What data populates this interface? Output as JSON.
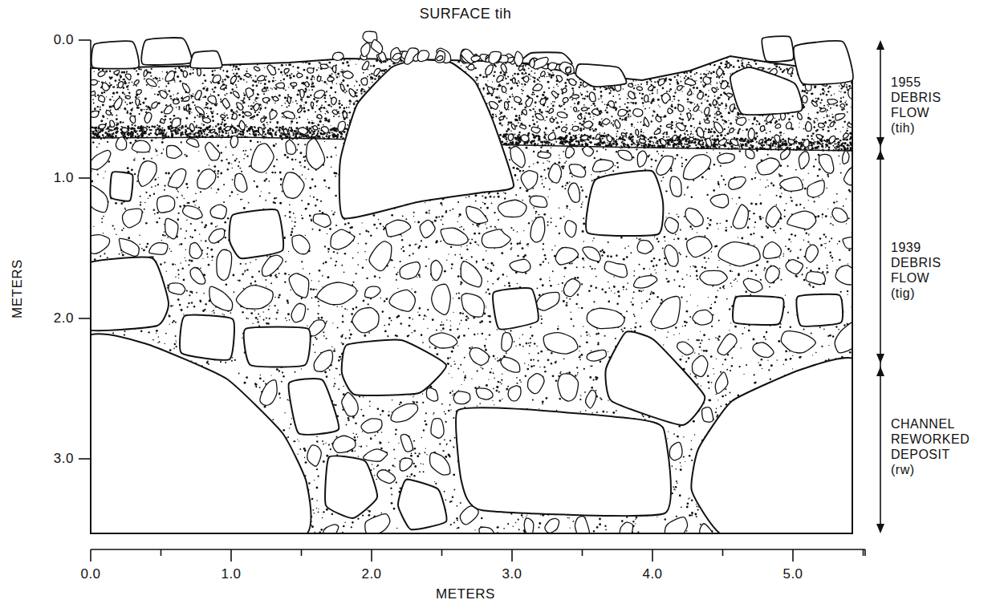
{
  "diagram": {
    "labels": [
      "SURFACE tih",
      "0.0",
      "1.0",
      "2.0",
      "3.0",
      "METERS",
      "0.0",
      "1.0",
      "2.0",
      "3.0",
      "4.0",
      "5.0",
      "METERS",
      "1955 DEBRIS FLOW (tih)",
      "1939 DEBRIS FLOW (tig)",
      "CHANNEL REWORKED DEPOSIT (rw)"
    ]
  }
}
